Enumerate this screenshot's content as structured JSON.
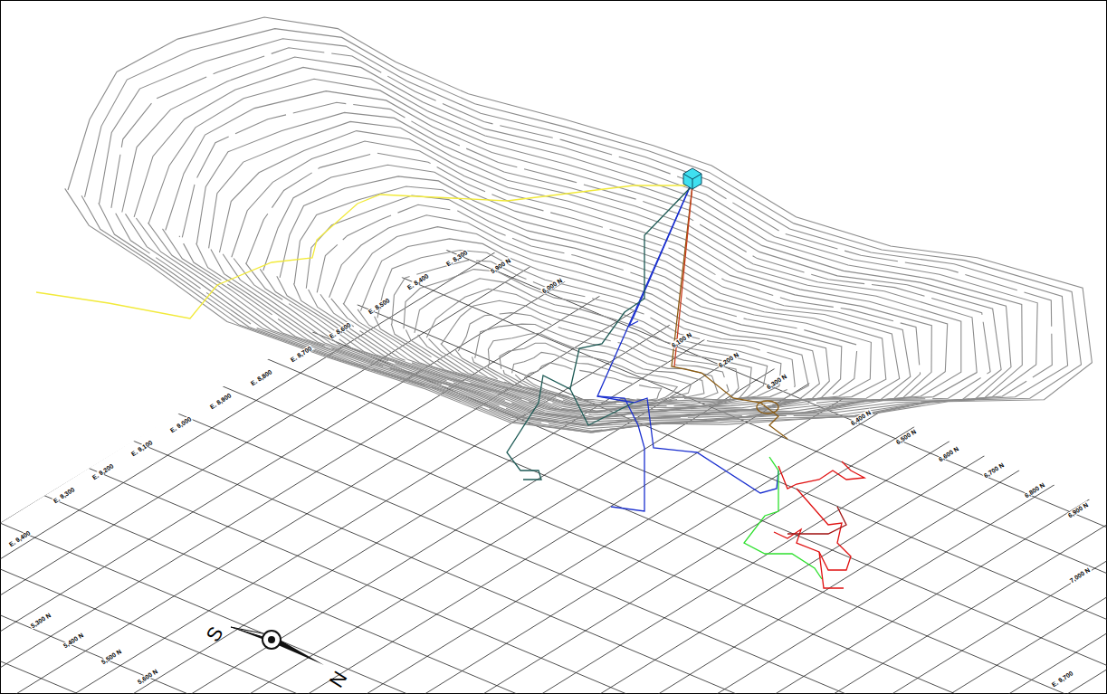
{
  "diagram": {
    "labels": [
      "E. 8,300",
      "E. 8,400",
      "E. 8,500",
      "E. 8,600",
      "E. 8,700",
      "E. 8,800",
      "E. 8,900",
      "E. 9,000",
      "E. 9,100",
      "E. 9,200",
      "E. 9,300",
      "E. 9,400",
      "5,900 N",
      "6,000 N",
      "6,100 N",
      "6,200 N",
      "6,300 N",
      "6,400 N",
      "6,500 N",
      "6,600 N",
      "6,700 N",
      "6,800 N",
      "6,900 N",
      "7,000 N",
      "5,300 N",
      "5,400 N",
      "5,500 N",
      "5,600 N",
      "E. 9,700",
      "S",
      "N"
    ]
  }
}
